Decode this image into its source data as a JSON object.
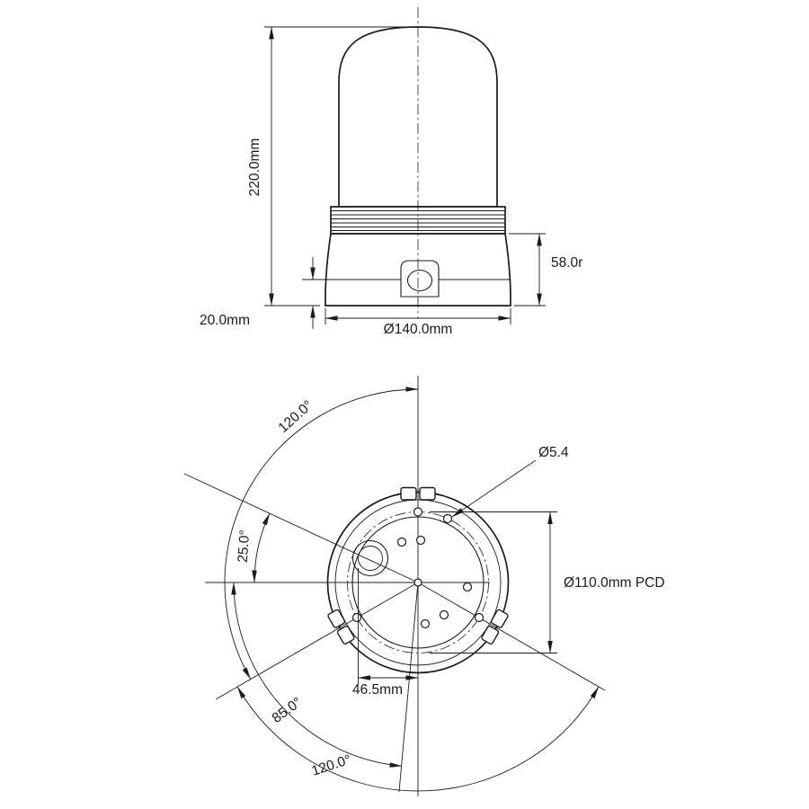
{
  "drawing": {
    "kind": "beacon-technical-drawing",
    "line_color": "#1b1b1b",
    "views": {
      "side": {
        "dim_height": "220.0mm",
        "dim_lip": "20.0mm",
        "dim_diameter": "Ø140.0mm",
        "dim_radius": "58.0r"
      },
      "plan": {
        "dim_angle_top": "120.0°",
        "dim_hole": "Ø5.4",
        "dim_angle_left": "25.0°",
        "dim_pcd": "Ø110.0mm  PCD",
        "dim_offset": "46.5mm",
        "dim_angle_lower_left": "85.0°",
        "dim_angle_bottom": "120.0°"
      }
    }
  }
}
